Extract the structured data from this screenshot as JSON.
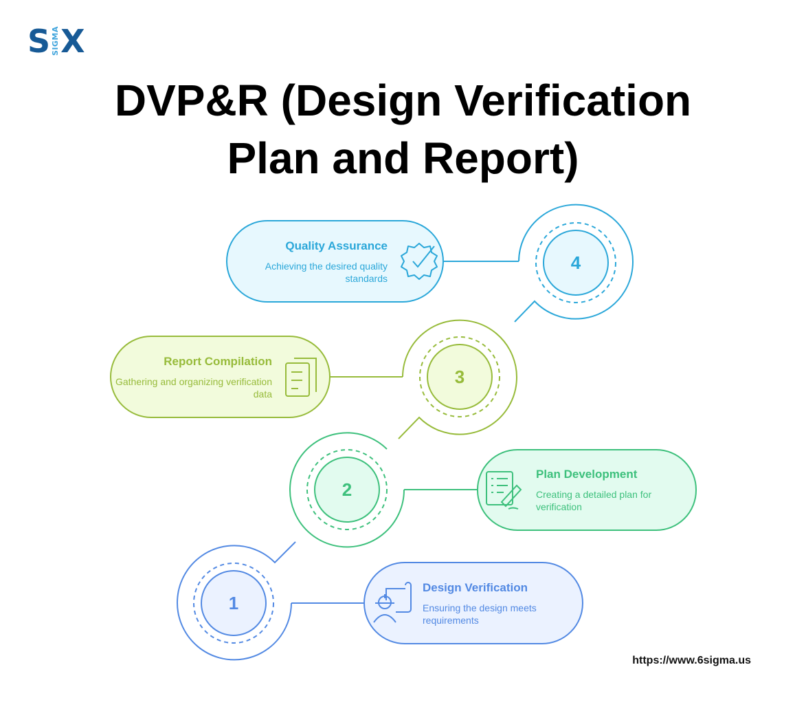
{
  "logo": {
    "left": "S",
    "middle": "SIGMA",
    "right": "X"
  },
  "title": {
    "line1": "DVP&R (Design Verification",
    "line2": "Plan and Report)"
  },
  "steps": [
    {
      "number": "1",
      "title": "Design Verification",
      "description": "Ensuring the design meets requirements",
      "icon": "engineer-blueprint-icon",
      "color": "#5289e3",
      "fill": "#ebf2ff"
    },
    {
      "number": "2",
      "title": "Plan Development",
      "description": "Creating a detailed plan for verification",
      "icon": "checklist-pen-icon",
      "color": "#3dc07c",
      "fill": "#e2fbef"
    },
    {
      "number": "3",
      "title": "Report Compilation",
      "description": "Gathering and organizing verification data",
      "icon": "documents-icon",
      "color": "#97bb3a",
      "fill": "#f2fbdc"
    },
    {
      "number": "4",
      "title": "Quality Assurance",
      "description": "Achieving the desired quality standards",
      "icon": "quality-badge-check-icon",
      "color": "#2aa7d9",
      "fill": "#e7f8fe"
    }
  ],
  "footer": {
    "url": "https://www.6sigma.us"
  }
}
